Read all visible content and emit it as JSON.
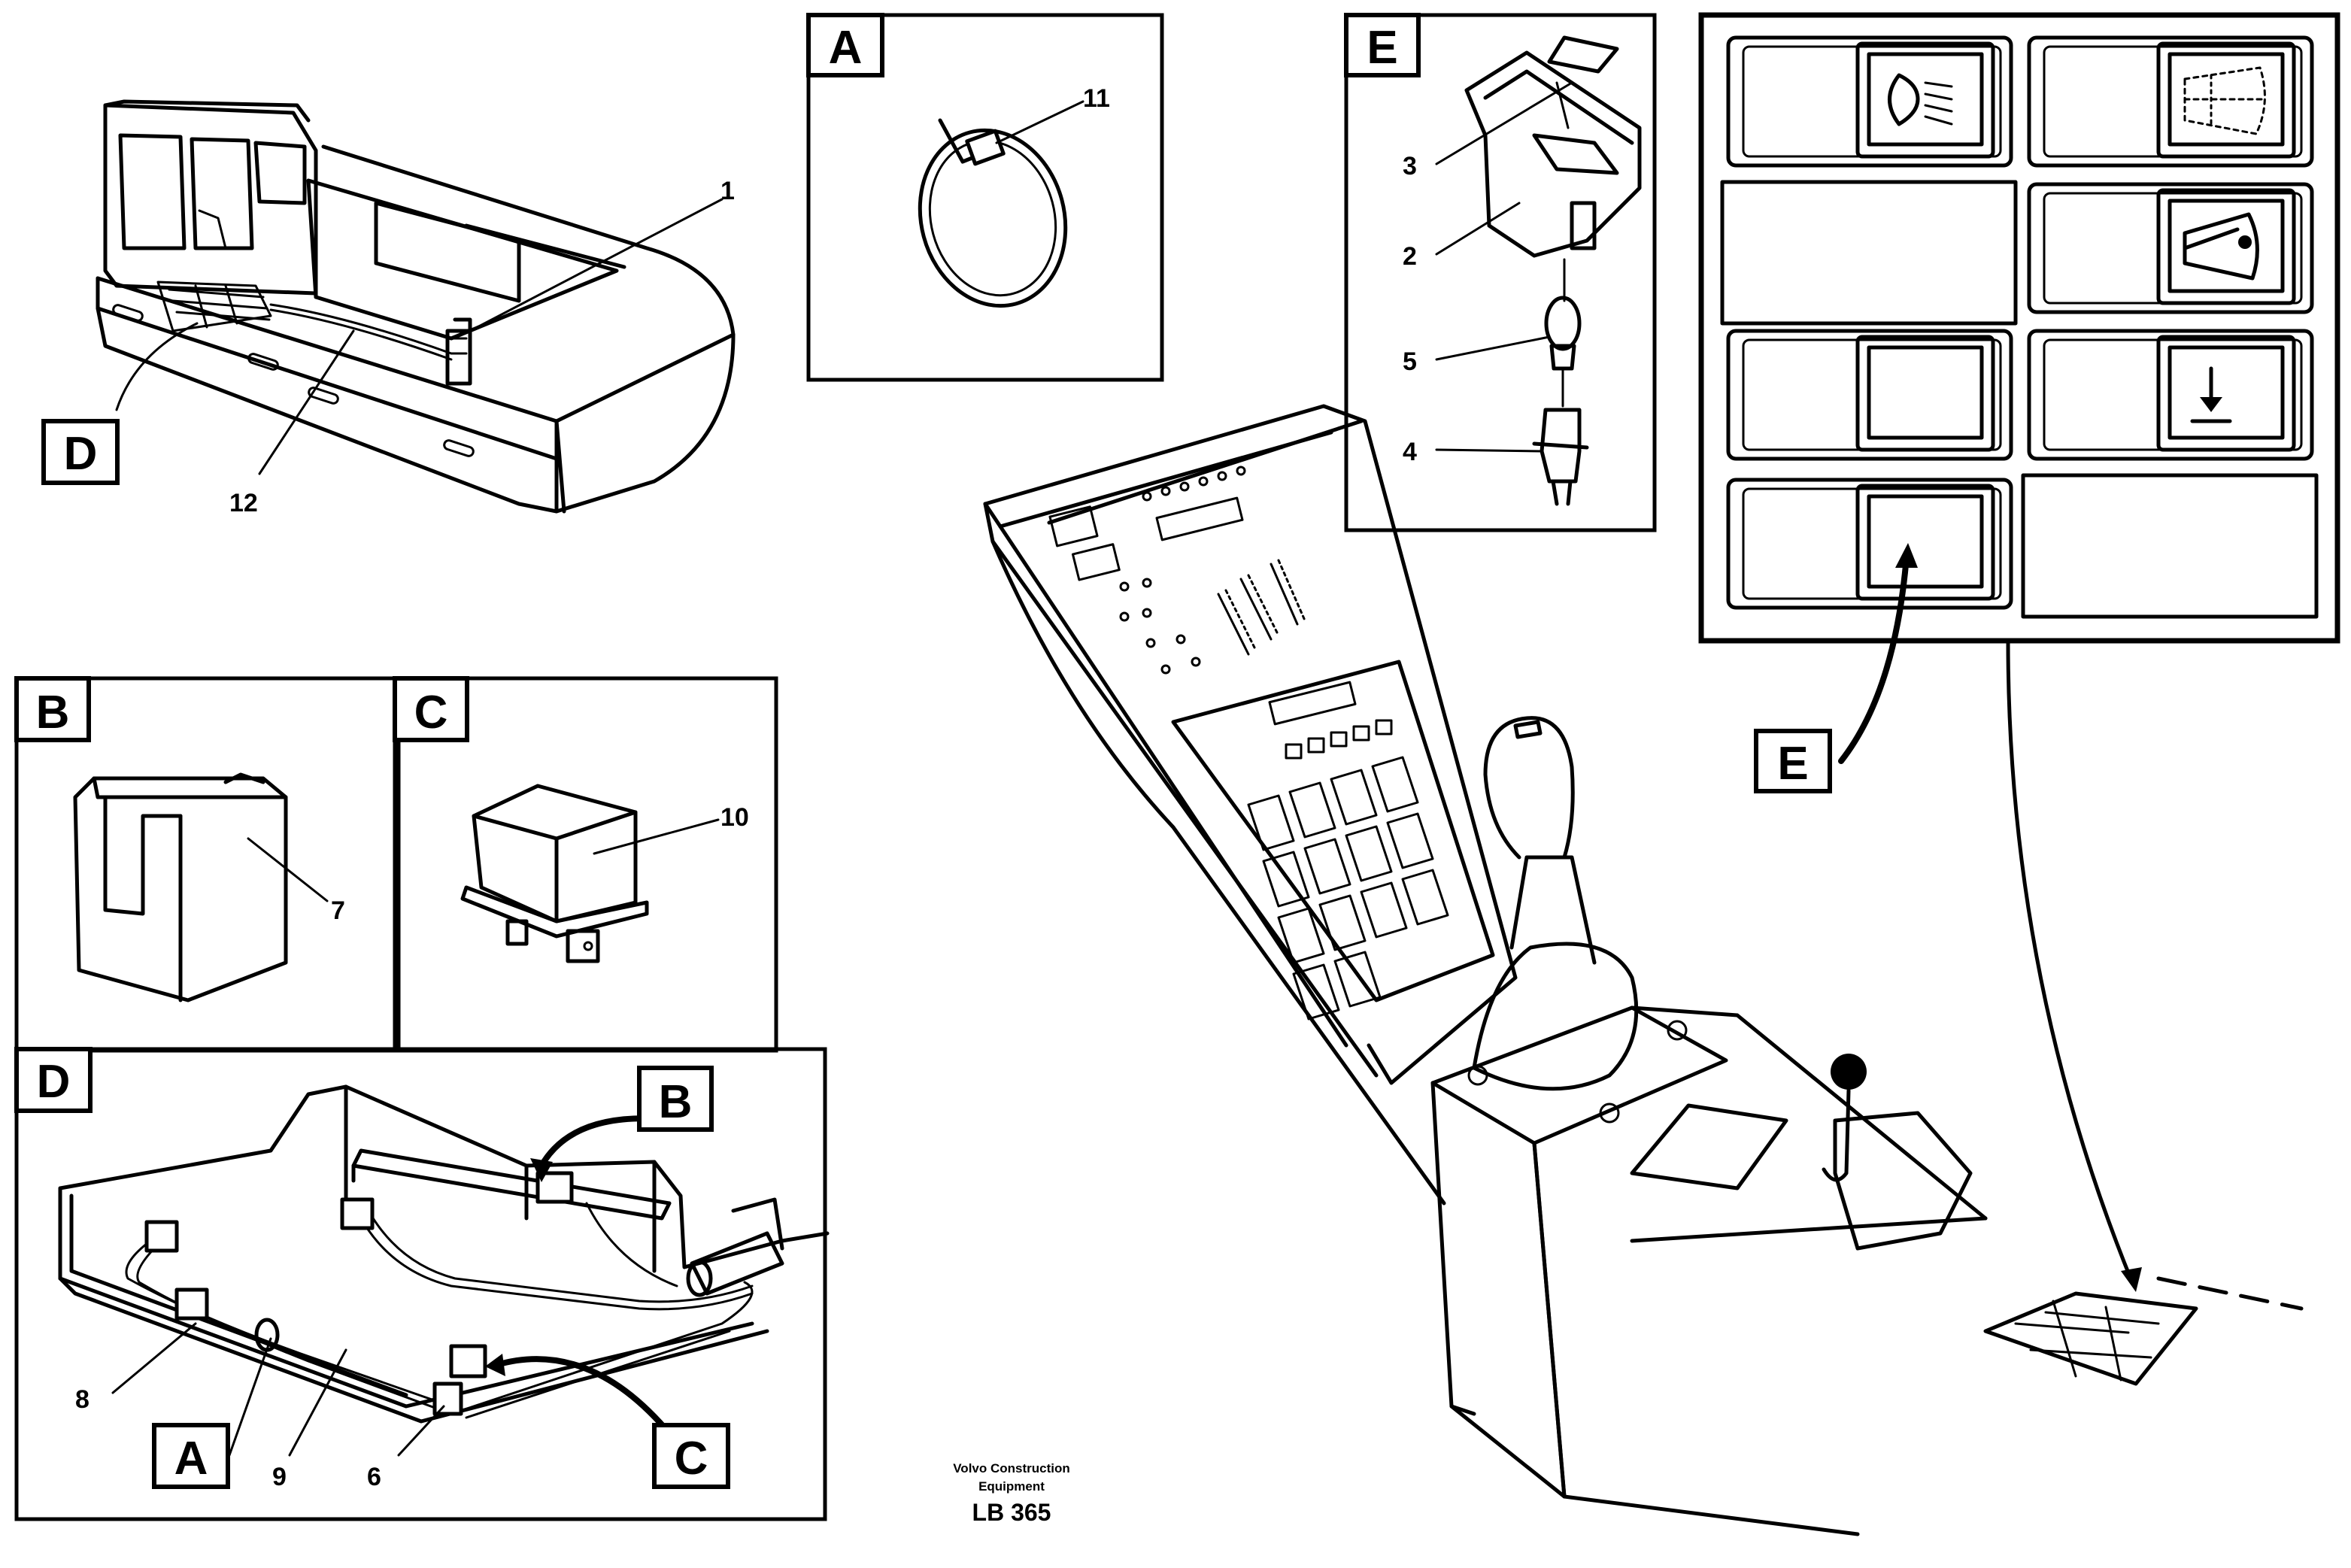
{
  "tags": {
    "A": "A",
    "B": "B",
    "C": "C",
    "D": "D",
    "E": "E"
  },
  "parts": {
    "p1": "1",
    "p2": "2",
    "p3": "3",
    "p4": "4",
    "p5": "5",
    "p6": "6",
    "p7": "7",
    "p8": "8",
    "p9": "9",
    "p10": "10",
    "p11": "11",
    "p12": "12"
  },
  "footer": {
    "line1": "Volvo Construction",
    "line2": "Equipment",
    "code": "LB 365"
  },
  "icons": {
    "headlight": "headlight-icon",
    "wiper": "wiper-icon",
    "wiper_interval": "wiper-interval-icon",
    "washer_down": "arrow-down-bar-icon"
  }
}
